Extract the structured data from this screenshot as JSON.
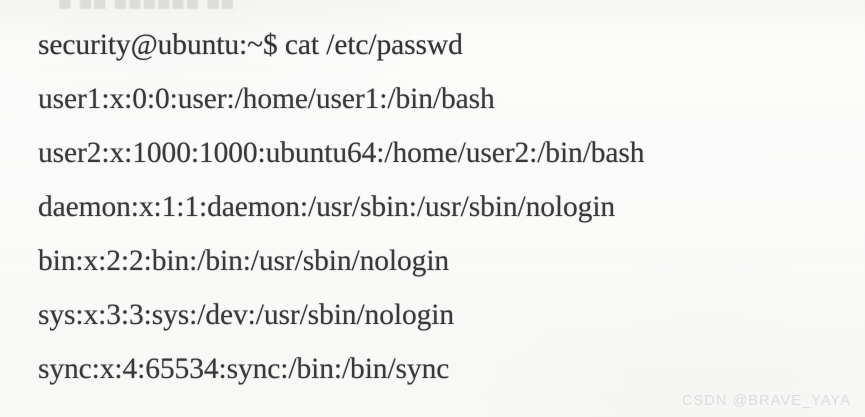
{
  "page": {
    "type": "scanned-terminal-transcript",
    "background_color": "#fafaf9",
    "text_color": "#39393a",
    "ghost_artifact": "■ ■■ ■■■■■■ ■■"
  },
  "terminal": {
    "prompt": "security@ubuntu:~$",
    "command": "cat /etc/passwd",
    "lines": [
      {
        "id": "prompt-line",
        "text": "security@ubuntu:~$ cat /etc/passwd",
        "kind": "command"
      },
      {
        "id": "passwd-user1",
        "text": "user1:x:0:0:user:/home/user1:/bin/bash",
        "kind": "output"
      },
      {
        "id": "passwd-user2",
        "text": "user2:x:1000:1000:ubuntu64:/home/user2:/bin/bash",
        "kind": "output"
      },
      {
        "id": "passwd-daemon",
        "text": "daemon:x:1:1:daemon:/usr/sbin:/usr/sbin/nologin",
        "kind": "output"
      },
      {
        "id": "passwd-bin",
        "text": "bin:x:2:2:bin:/bin:/usr/sbin/nologin",
        "kind": "output"
      },
      {
        "id": "passwd-sys",
        "text": "sys:x:3:3:sys:/dev:/usr/sbin/nologin",
        "kind": "output"
      },
      {
        "id": "passwd-sync",
        "text": "sync:x:4:65534:sync:/bin:/bin/sync",
        "kind": "output"
      }
    ]
  },
  "watermark": {
    "text": "CSDN @BRAVE_YAYA",
    "color": "#dcdcdc"
  }
}
